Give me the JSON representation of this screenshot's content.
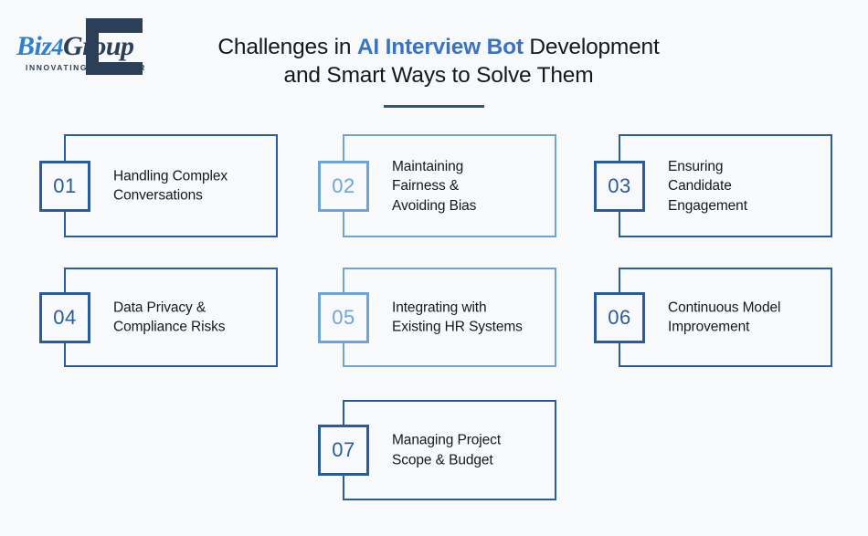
{
  "brand": {
    "name_part1": "Biz",
    "name_digit": "4",
    "name_part2": "Group",
    "tagline": "INNOVATING TOGETHER"
  },
  "header": {
    "title_line1_before": "Challenges in ",
    "title_line1_accent": "AI Interview Bot",
    "title_line1_after": " Development",
    "title_line2": "and Smart Ways to Solve Them"
  },
  "colors": {
    "background": "#f8f9fb",
    "dark_blue": "#2a5c9c",
    "light_blue": "#6da3db",
    "accent_blue": "#3a73c5",
    "rule": "#33537a",
    "text": "#15181f",
    "logo_navy": "#2c3f58"
  },
  "cards": [
    {
      "number": "01",
      "label": "Handling Complex\nConversations",
      "tone": "dark"
    },
    {
      "number": "02",
      "label": "Maintaining\nFairness &\nAvoiding Bias",
      "tone": "light"
    },
    {
      "number": "03",
      "label": "Ensuring\nCandidate\nEngagement",
      "tone": "dark"
    },
    {
      "number": "04",
      "label": "Data Privacy &\nCompliance Risks",
      "tone": "dark"
    },
    {
      "number": "05",
      "label": "Integrating with\nExisting HR Systems",
      "tone": "light"
    },
    {
      "number": "06",
      "label": "Continuous Model\nImprovement",
      "tone": "dark"
    },
    {
      "number": "07",
      "label": "Managing Project\nScope & Budget",
      "tone": "dark"
    }
  ]
}
